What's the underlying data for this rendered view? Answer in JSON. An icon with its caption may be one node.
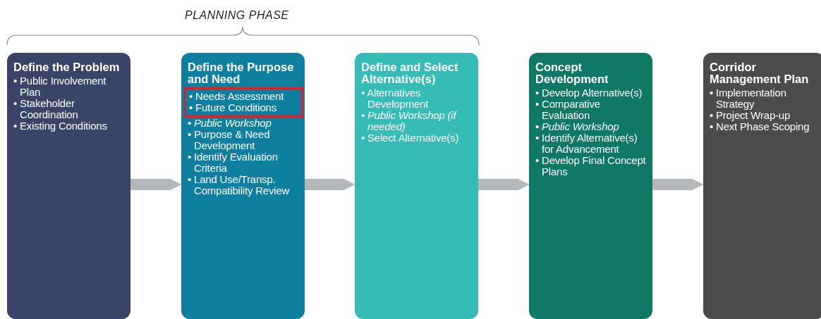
{
  "diagram": {
    "nodes": [
      {
        "text": [
          "Define the Problem",
          "• Public Involvement Plan",
          "• Stakeholder Coordination",
          "• Existing Conditions"
        ]
      },
      {
        "text": [
          "Define the Purpose and Need",
          "• *Public Workshop*",
          "• Purpose & Need Development",
          "• Identify Evaluation Criteria",
          "• Land Use/Transp. Compatibility Review"
        ]
      },
      {
        "text": [
          "• Needs Assessment",
          "• Future Conditions"
        ],
        "in": 1
      },
      {
        "text": [
          "Define and Select Alternative(s)",
          "• Alternatives Development",
          "• *Public Workshop (if needed)*",
          "• Select Alternative(s)"
        ]
      },
      {
        "text": [
          "Concept Development",
          "• Develop Alternative(s)",
          "• Comparative Evaluation",
          "• *Public Workshop*",
          "• Identify Alternative(s) for Advancement",
          "• Develop Final Concept Plans"
        ]
      },
      {
        "text": [
          "Corridor Management Plan",
          "• Implementation Strategy",
          "• Project Wrap-up",
          "• Next Phase Scoping"
        ]
      }
    ],
    "edges": [
      {
        "from": 0,
        "to": 1,
        "arrow": "to"
      },
      {
        "from": 1,
        "to": 3,
        "arrow": "to"
      },
      {
        "from": 3,
        "to": 4,
        "arrow": "to"
      },
      {
        "from": 4,
        "to": 5,
        "arrow": "to"
      }
    ],
    "labels": [
      "PLANNING PHASE"
    ]
  }
}
